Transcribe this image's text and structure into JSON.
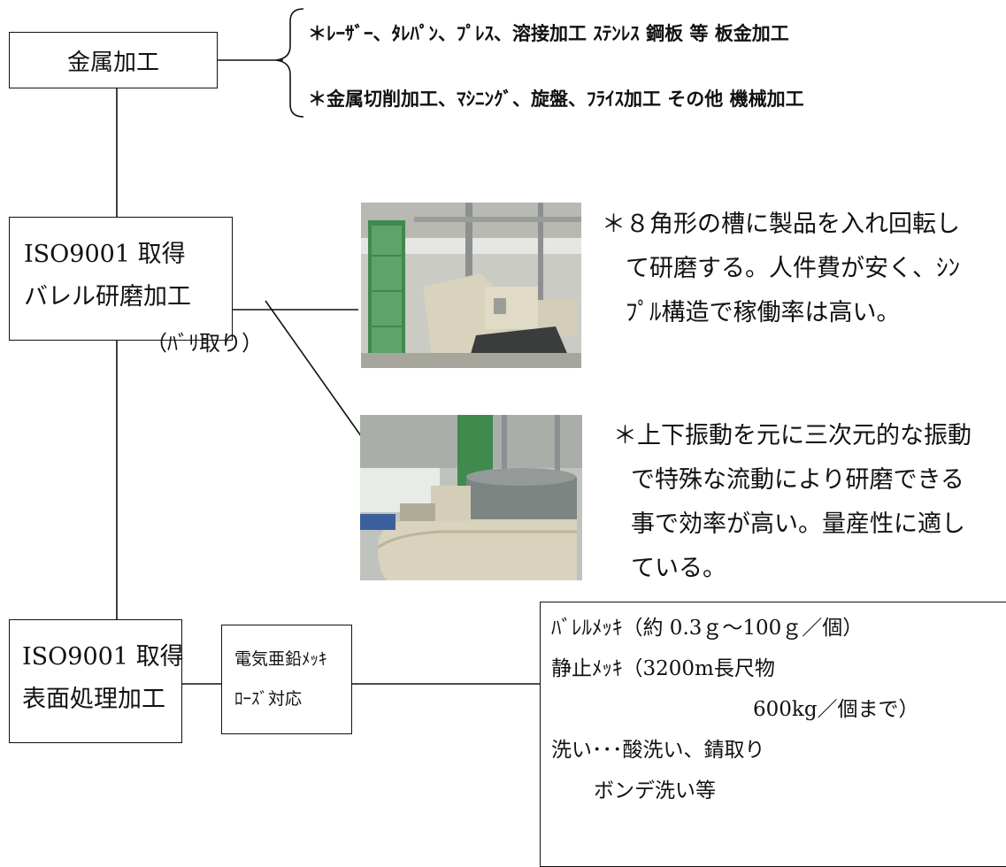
{
  "metal": {
    "title": "金属加工",
    "bullets": [
      "＊ﾚｰｻﾞｰ、ﾀﾚﾊﾟﾝ、ﾌﾟﾚｽ、溶接加工 ｽﾃﾝﾚｽ 鋼板 等 板金加工",
      "＊金属切削加工、ﾏｼﾆﾝｸﾞ、旋盤、ﾌﾗｲｽ加工 その他 機械加工"
    ]
  },
  "barrel": {
    "title_line1": "ISO9001 取得",
    "title_line2": "バレル研磨加工",
    "note": "（ﾊﾞﾘ取り）",
    "desc1": [
      "＊８角形の槽に製品を入れ回転し",
      "て研磨する。人件費が安く、ｼﾝ",
      "ﾌﾟﾙ構造で稼働率は高い。"
    ],
    "desc2": [
      "＊上下振動を元に三次元的な振動",
      "で特殊な流動により研磨できる",
      "事で効率が高い。量産性に適し",
      "ている。"
    ]
  },
  "surface": {
    "title_line1": "ISO9001 取得",
    "title_line2": "表面処理加工",
    "mid_line1": "電気亜鉛ﾒｯｷ",
    "mid_line2": "ﾛｰｽﾞ対応",
    "details": [
      "ﾊﾞﾚﾙﾒｯｷ（約 0.3ｇ～100ｇ／個）",
      "静止ﾒｯｷ（3200m長尺物",
      "600kg／個まで）",
      "洗い･･･酸洗い、錆取り",
      "ボンデ洗い等"
    ]
  },
  "colors": {
    "line": "#111111",
    "photo_green": "#3f8a4c",
    "machine_beige": "#d9d2bd",
    "machine_gray": "#7d8583"
  }
}
